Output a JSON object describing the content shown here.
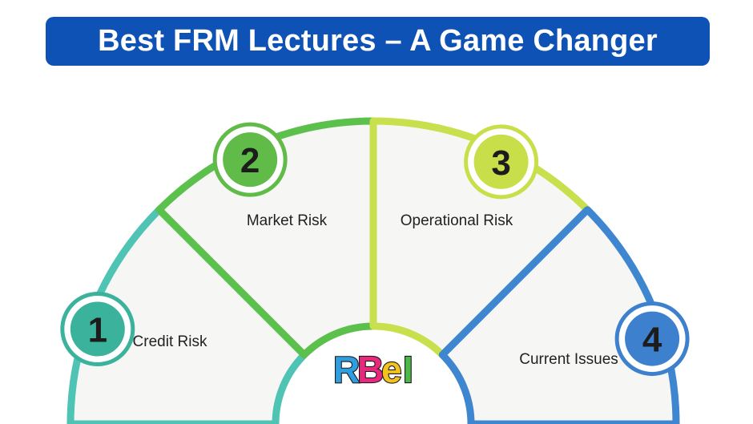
{
  "title": "Best FRM Lectures – A Game Changer",
  "colors": {
    "title_bg": "#0d52b4",
    "title_text": "#ffffff",
    "segment_fill": "#f6f7f4"
  },
  "segments": [
    {
      "number": "1",
      "label": "Credit Risk",
      "color": "#4fc3b4",
      "badge_color": "#3bb29c"
    },
    {
      "number": "2",
      "label": "Market Risk",
      "color": "#5cc04d",
      "badge_color": "#60bb49"
    },
    {
      "number": "3",
      "label": "Operational Risk",
      "color": "#c8e04d",
      "badge_color": "#c9df4a"
    },
    {
      "number": "4",
      "label": "Current Issues",
      "color": "#3f86d0",
      "badge_color": "#3d80cd"
    }
  ],
  "logo": {
    "letters": [
      {
        "char": "R",
        "color": "#2f9ee0"
      },
      {
        "char": "B",
        "color": "#e8287c"
      },
      {
        "char": "e",
        "color": "#f4c21c"
      },
      {
        "char": "I",
        "color": "#4cb848"
      }
    ]
  }
}
